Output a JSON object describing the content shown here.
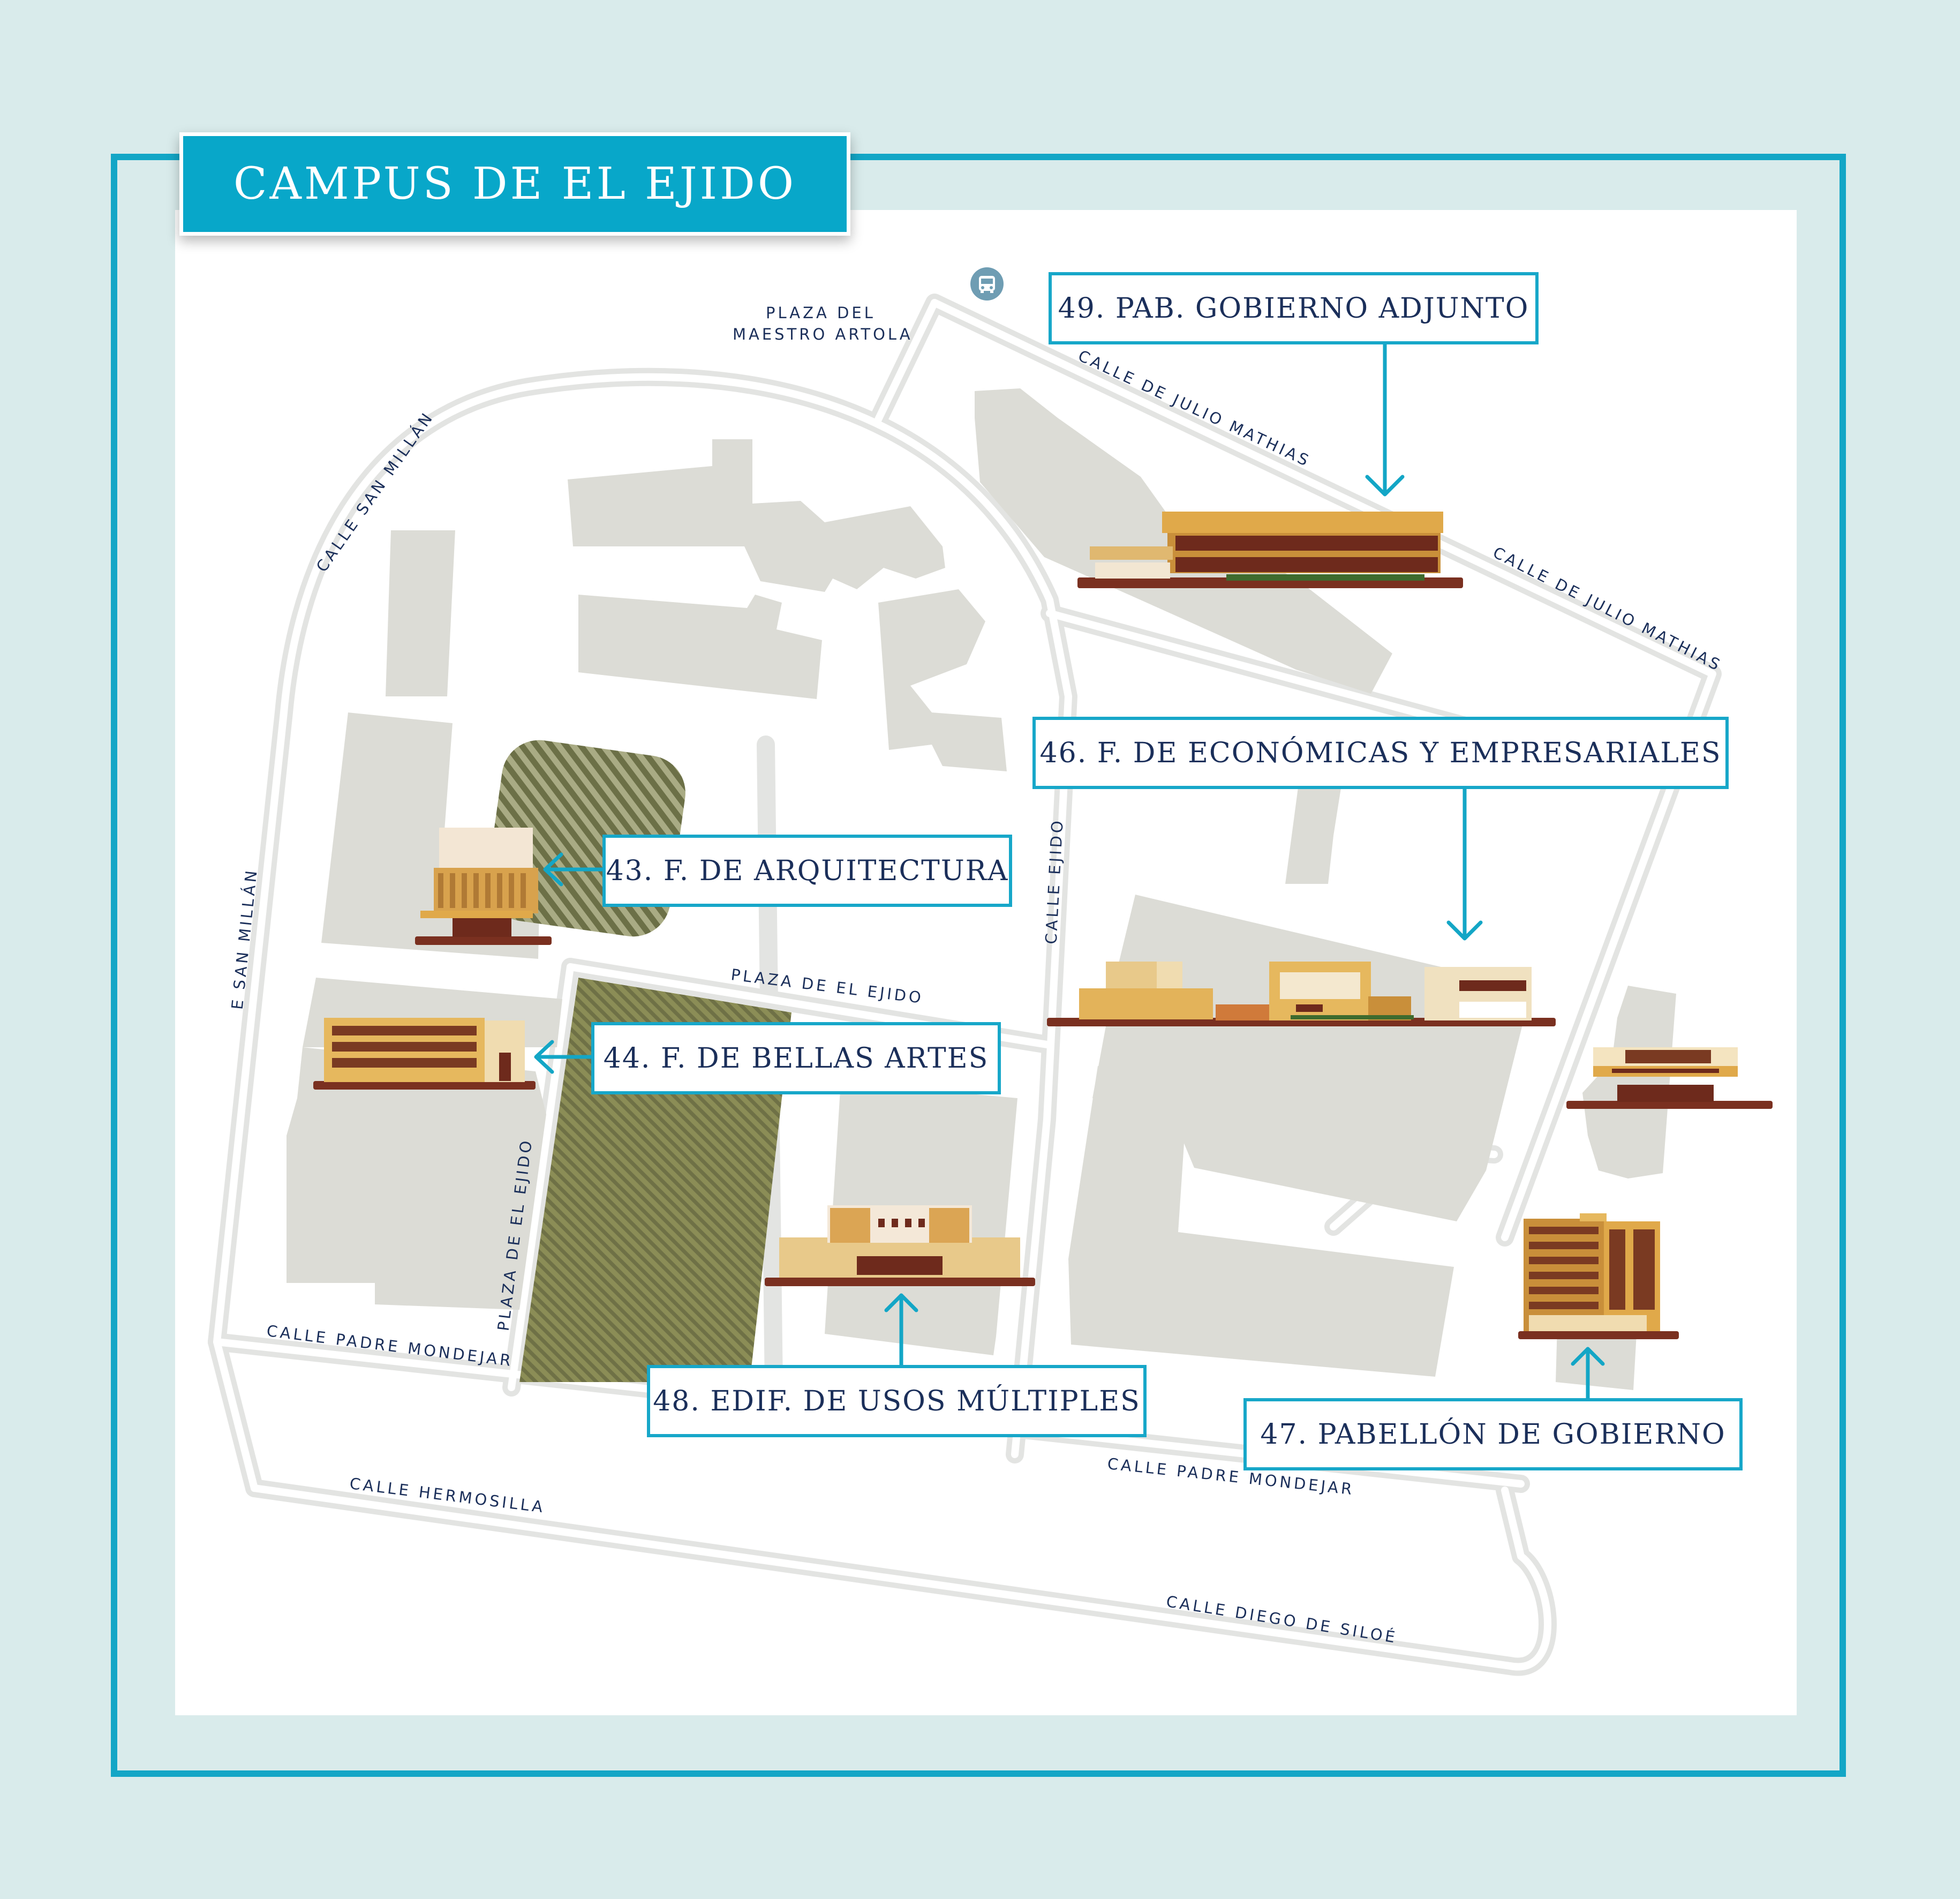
{
  "title": "CAMPUS DE EL EJIDO",
  "colors": {
    "accent": "#13a6c6",
    "label_text": "#1b2f5a",
    "building_footprint": "#dcdcd6",
    "green_area": "#7a7d52",
    "road": "#e2e3e1"
  },
  "labels": {
    "pab_gobierno_adjunto": "49. PAB. GOBIERNO ADJUNTO",
    "economicas": "46. F. DE ECONÓMICAS Y EMPRESARIALES",
    "arquitectura": "43. F. DE ARQUITECTURA",
    "bellas_artes": "44. F. DE BELLAS ARTES",
    "usos_multiples": "48. EDIF. DE USOS MÚLTIPLES",
    "pabellon_gobierno": "47. PABELLÓN DE GOBIERNO"
  },
  "streets": {
    "plaza_maestro_1": "PLAZA DEL",
    "plaza_maestro_2": "MAESTRO ARTOLA",
    "julio_mathias_1": "CALLE DE JULIO MATHIAS",
    "julio_mathias_2": "CALLE DE JULIO MATHIAS",
    "san_millan": "CALLE  SAN MILLÁN",
    "e_san_millan": "E  SAN MILLÁN",
    "calle_ejido": "CALLE  EJIDO",
    "plaza_ejido_h": "PLAZA DE EL EJIDO",
    "plaza_ejido_v": "PLAZA DE EL EJIDO",
    "padre_mondejar_1": "CALLE PADRE MONDEJAR",
    "padre_mondejar_2": "CALLE PADRE MONDEJAR",
    "hermosilla": "CALLE HERMOSILLA",
    "diego_siloe": "CALLE DIEGO DE SILOÉ"
  },
  "icons": [
    "bus-icon",
    "arrow-icon"
  ]
}
